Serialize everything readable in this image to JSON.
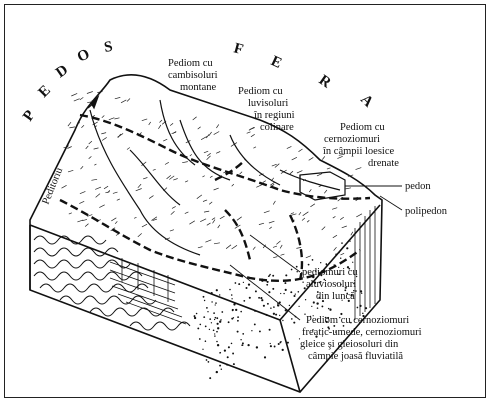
{
  "title_letters": [
    "P",
    "E",
    "D",
    "O",
    "S",
    "F",
    "E",
    "R",
    "A"
  ],
  "labels": {
    "peditoriu": "Peditoriu",
    "cambisoluri": [
      "Pediom cu",
      "cambisoluri",
      "montane"
    ],
    "luvisoluri": [
      "Pediom cu",
      "luvisoluri",
      "în regiuni",
      "colinare"
    ],
    "cernoziomuri": [
      "Pediom cu",
      "cernoziomuri",
      "în câmpii loesice",
      "drenate"
    ],
    "pedon": "pedon",
    "polipedon": "polipedon",
    "aluviosoluri": [
      "pediomuri cu",
      "aluviosoluri",
      "din luncă"
    ],
    "gleice": [
      "Pediom cu cernoziomuri",
      "freatic-umede, cernoziomuri",
      "gleice şi gleiosoluri din",
      "câmpie joasă fluviatilă"
    ]
  }
}
